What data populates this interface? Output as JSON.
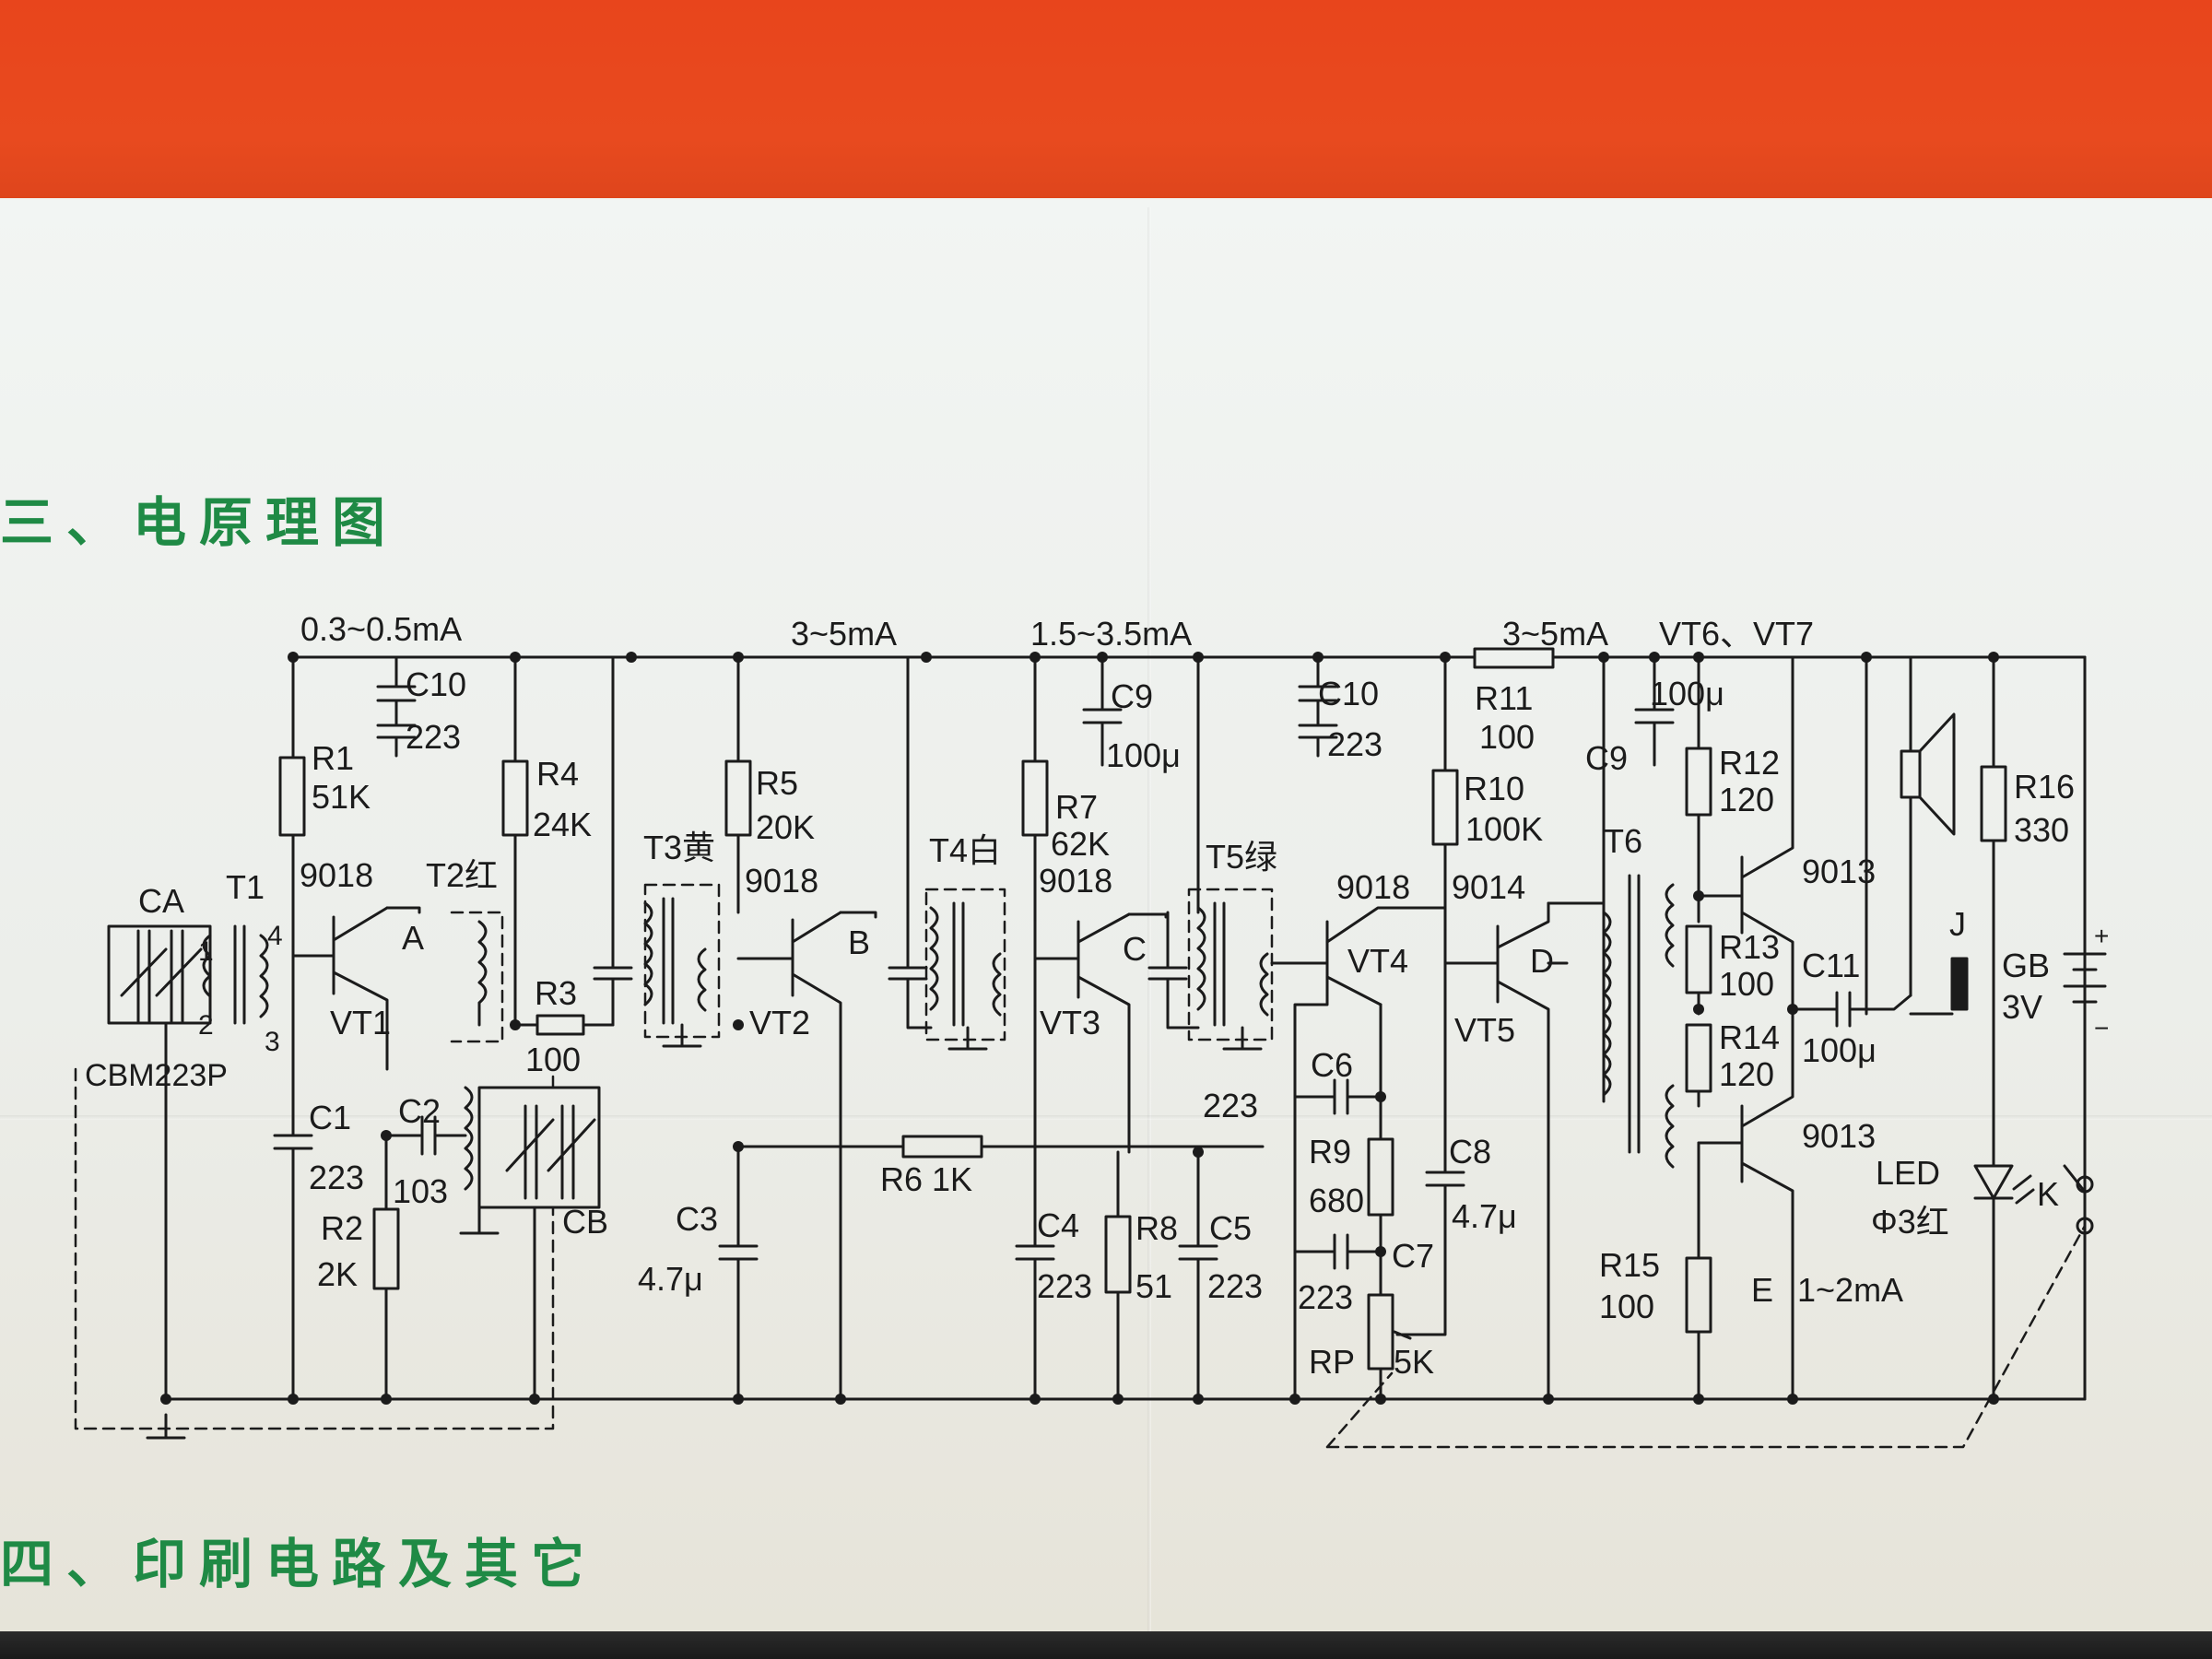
{
  "headings": {
    "section3": "三、电原理图",
    "section4": "四、印刷电路及其它"
  },
  "colors": {
    "background_band": "#e8451c",
    "paper": "#eef1ee",
    "heading": "#1f8a45",
    "ink": "#1b1b1b"
  },
  "labels": {
    "current_vt1": "0.3~0.5mA",
    "current_vt2": "3~5mA",
    "current_vt3": "1.5~3.5mA",
    "current_out": "3~5mA",
    "vt67": "VT6、VT7",
    "C10a": "C10",
    "C10a_val": "223",
    "C10b": "C10",
    "C10b_val": "223",
    "R1": "R1",
    "R1_val": "51K",
    "R4": "R4",
    "R4_val": "24K",
    "R5": "R5",
    "R5_val": "20K",
    "R7": "R7",
    "R7_val": "62K",
    "C9a": "C9",
    "C9a_val": "100μ",
    "C9b": "C9",
    "C9b_val": "100μ",
    "R11": "R11",
    "R11_val": "100",
    "R10": "R10",
    "R10_val": "100K",
    "R12": "R12",
    "R12_val": "120",
    "R16": "R16",
    "R16_val": "330",
    "CA": "CA",
    "T1": "T1",
    "T2": "T2红",
    "T3": "T3黄",
    "T4": "T4白",
    "T5": "T5绿",
    "T6": "T6",
    "vt1_type": "9018",
    "vt2_type": "9018",
    "vt3_type": "9018",
    "vt4_type": "9018",
    "vt5_type": "9014",
    "vt6_type": "9013",
    "vt7_type": "9013",
    "VT1": "VT1",
    "VT2": "VT2",
    "VT3": "VT3",
    "VT4": "VT4",
    "VT5": "VT5",
    "ptA": "A",
    "ptB": "B",
    "ptC": "C",
    "ptD": "D",
    "ptE": "E",
    "pin1": "1",
    "pin2": "2",
    "pin3": "3",
    "pin4": "4",
    "cbm": "CBM223P",
    "R3": "R3",
    "R3_val": "100",
    "C1": "C1",
    "C1_val": "223",
    "C2": "C2",
    "C2_val": "103",
    "R2": "R2",
    "R2_val": "2K",
    "CB": "CB",
    "R6": "R6 1K",
    "C3": "C3",
    "C3_val": "4.7μ",
    "C4": "C4",
    "C4_val": "223",
    "R8": "R8",
    "R8_val": "51",
    "C5": "C5",
    "C5_val": "223",
    "C5_top": "223",
    "C6": "C6",
    "R9": "R9",
    "R9_val": "680",
    "C7": "C7",
    "C7_val": "223",
    "C8": "C8",
    "C8_val": "4.7μ",
    "RP": "RP",
    "RP_val": "5K",
    "R13": "R13",
    "R13_val": "100",
    "R14": "R14",
    "R14_val": "120",
    "R15": "R15",
    "R15_val": "100",
    "C11": "C11",
    "C11_val": "100μ",
    "J": "J",
    "GB": "GB",
    "GB_val": "3V",
    "LED": "LED",
    "LED_val": "Φ3红",
    "K": "K",
    "E_current": "1~2mA",
    "plus": "+",
    "minus": "−"
  }
}
